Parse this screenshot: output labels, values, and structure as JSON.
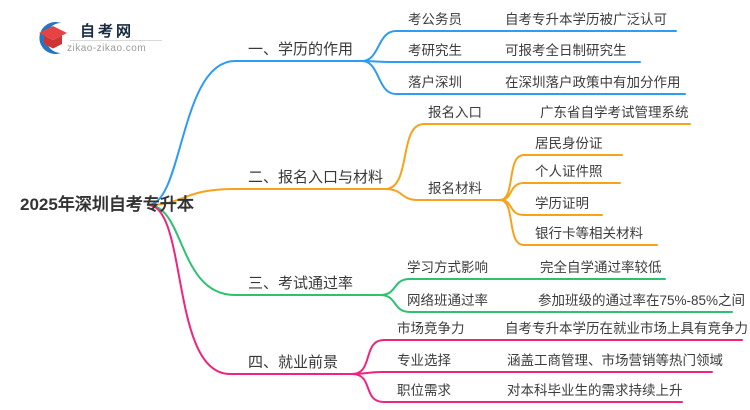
{
  "logo": {
    "title": "自考网",
    "subtitle": "zikao-zikao.com",
    "colors": {
      "crescent": "#2576BF",
      "cap_top": "#E64444",
      "cap_front": "#CF3434"
    }
  },
  "root": {
    "label": "2025年深圳自考专升本"
  },
  "branches": [
    {
      "label": "一、学历的作用",
      "color": "#2F9BF2",
      "children": [
        {
          "label": "考公务员",
          "value": "自考专升本学历被广泛认可"
        },
        {
          "label": "考研究生",
          "value": "可报考全日制研究生"
        },
        {
          "label": "落户深圳",
          "value": "在深圳落户政策中有加分作用"
        }
      ]
    },
    {
      "label": "二、报名入口与材料",
      "color": "#F7A21B",
      "children": [
        {
          "label": "报名入口",
          "value": "广东省自学考试管理系统"
        },
        {
          "label": "报名材料",
          "values": [
            "居民身份证",
            "个人证件照",
            "学历证明",
            "银行卡等相关材料"
          ]
        }
      ]
    },
    {
      "label": "三、考试通过率",
      "color": "#2DC26F",
      "children": [
        {
          "label": "学习方式影响",
          "value": "完全自学通过率较低"
        },
        {
          "label": "网络班通过率",
          "value": "参加班级的通过率在75%-85%之间"
        }
      ]
    },
    {
      "label": "四、就业前景",
      "color": "#F0247E",
      "children": [
        {
          "label": "市场竞争力",
          "value": "自考专升本学历在就业市场上具有竞争力"
        },
        {
          "label": "专业选择",
          "value": "涵盖工商管理、市场营销等热门领域"
        },
        {
          "label": "职位需求",
          "value": "对本科毕业生的需求持续上升"
        }
      ]
    }
  ]
}
